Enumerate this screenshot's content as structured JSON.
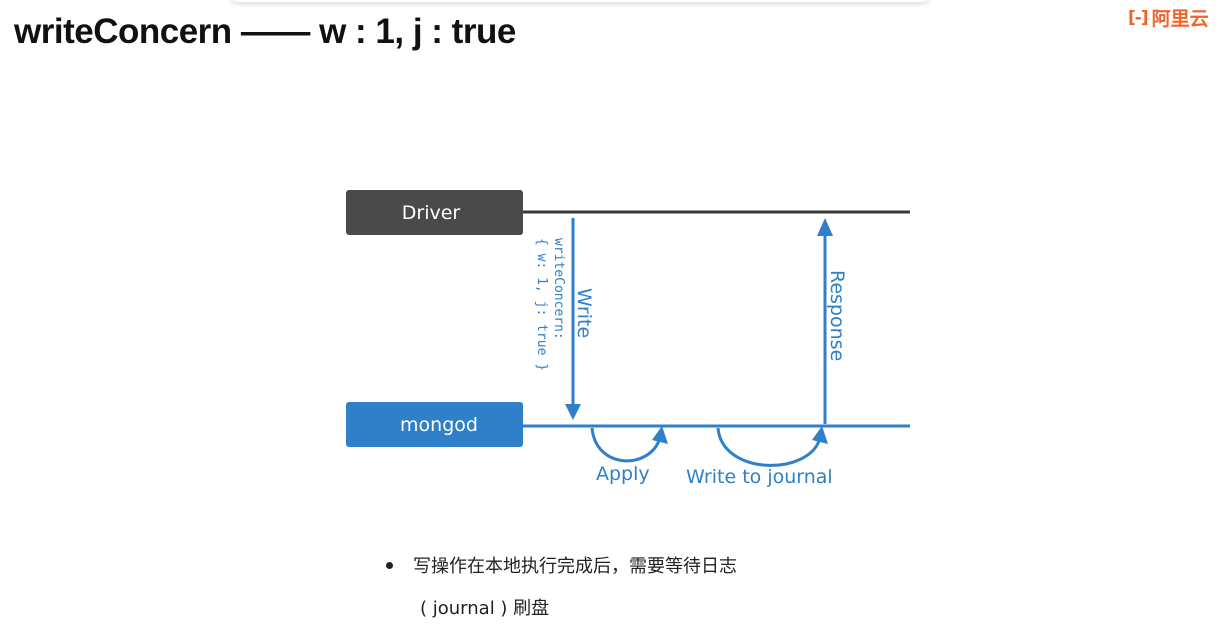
{
  "title": "writeConcern —— w : 1, j : true",
  "logo": {
    "mark": "[-]",
    "text": "阿里云"
  },
  "diagram": {
    "driver_label": "Driver",
    "mongod_label": "mongod",
    "write_label": "Write",
    "write_concern_line1": "writeConcern:",
    "write_concern_line2": "{ w: 1, j: true }",
    "response_label": "Response",
    "apply_label": "Apply",
    "journal_label": "Write to journal",
    "colors": {
      "driver": "#4a4a4a",
      "mongod": "#2f7fc9",
      "arrow": "#2f7fc9",
      "line": "#3a3a3a"
    }
  },
  "bullets": {
    "line1": "写操作在本地执行完成后，需要等待日志",
    "line2": "( journal ) 刷盘"
  }
}
